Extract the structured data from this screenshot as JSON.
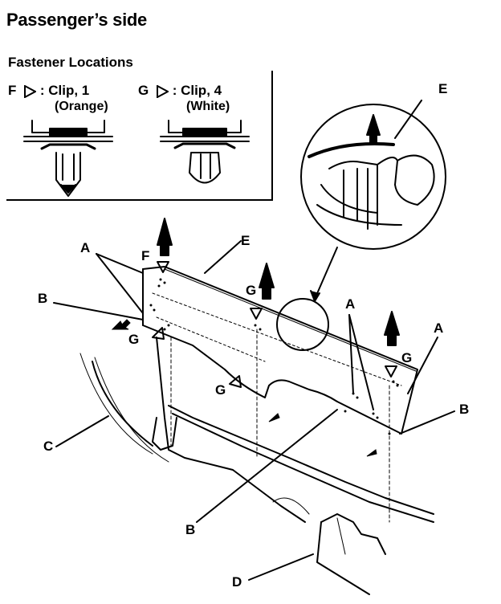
{
  "title": "Passenger’s side",
  "subtitle": "Fastener Locations",
  "fasteners": [
    {
      "letter": "F",
      "desc": ": Clip, 1",
      "color_note": "(Orange)"
    },
    {
      "letter": "G",
      "desc": ": Clip, 4",
      "color_note": "(White)"
    }
  ],
  "callouts": {
    "A": "A",
    "B": "B",
    "C": "C",
    "D": "D",
    "E": "E",
    "F": "F",
    "G": "G"
  }
}
